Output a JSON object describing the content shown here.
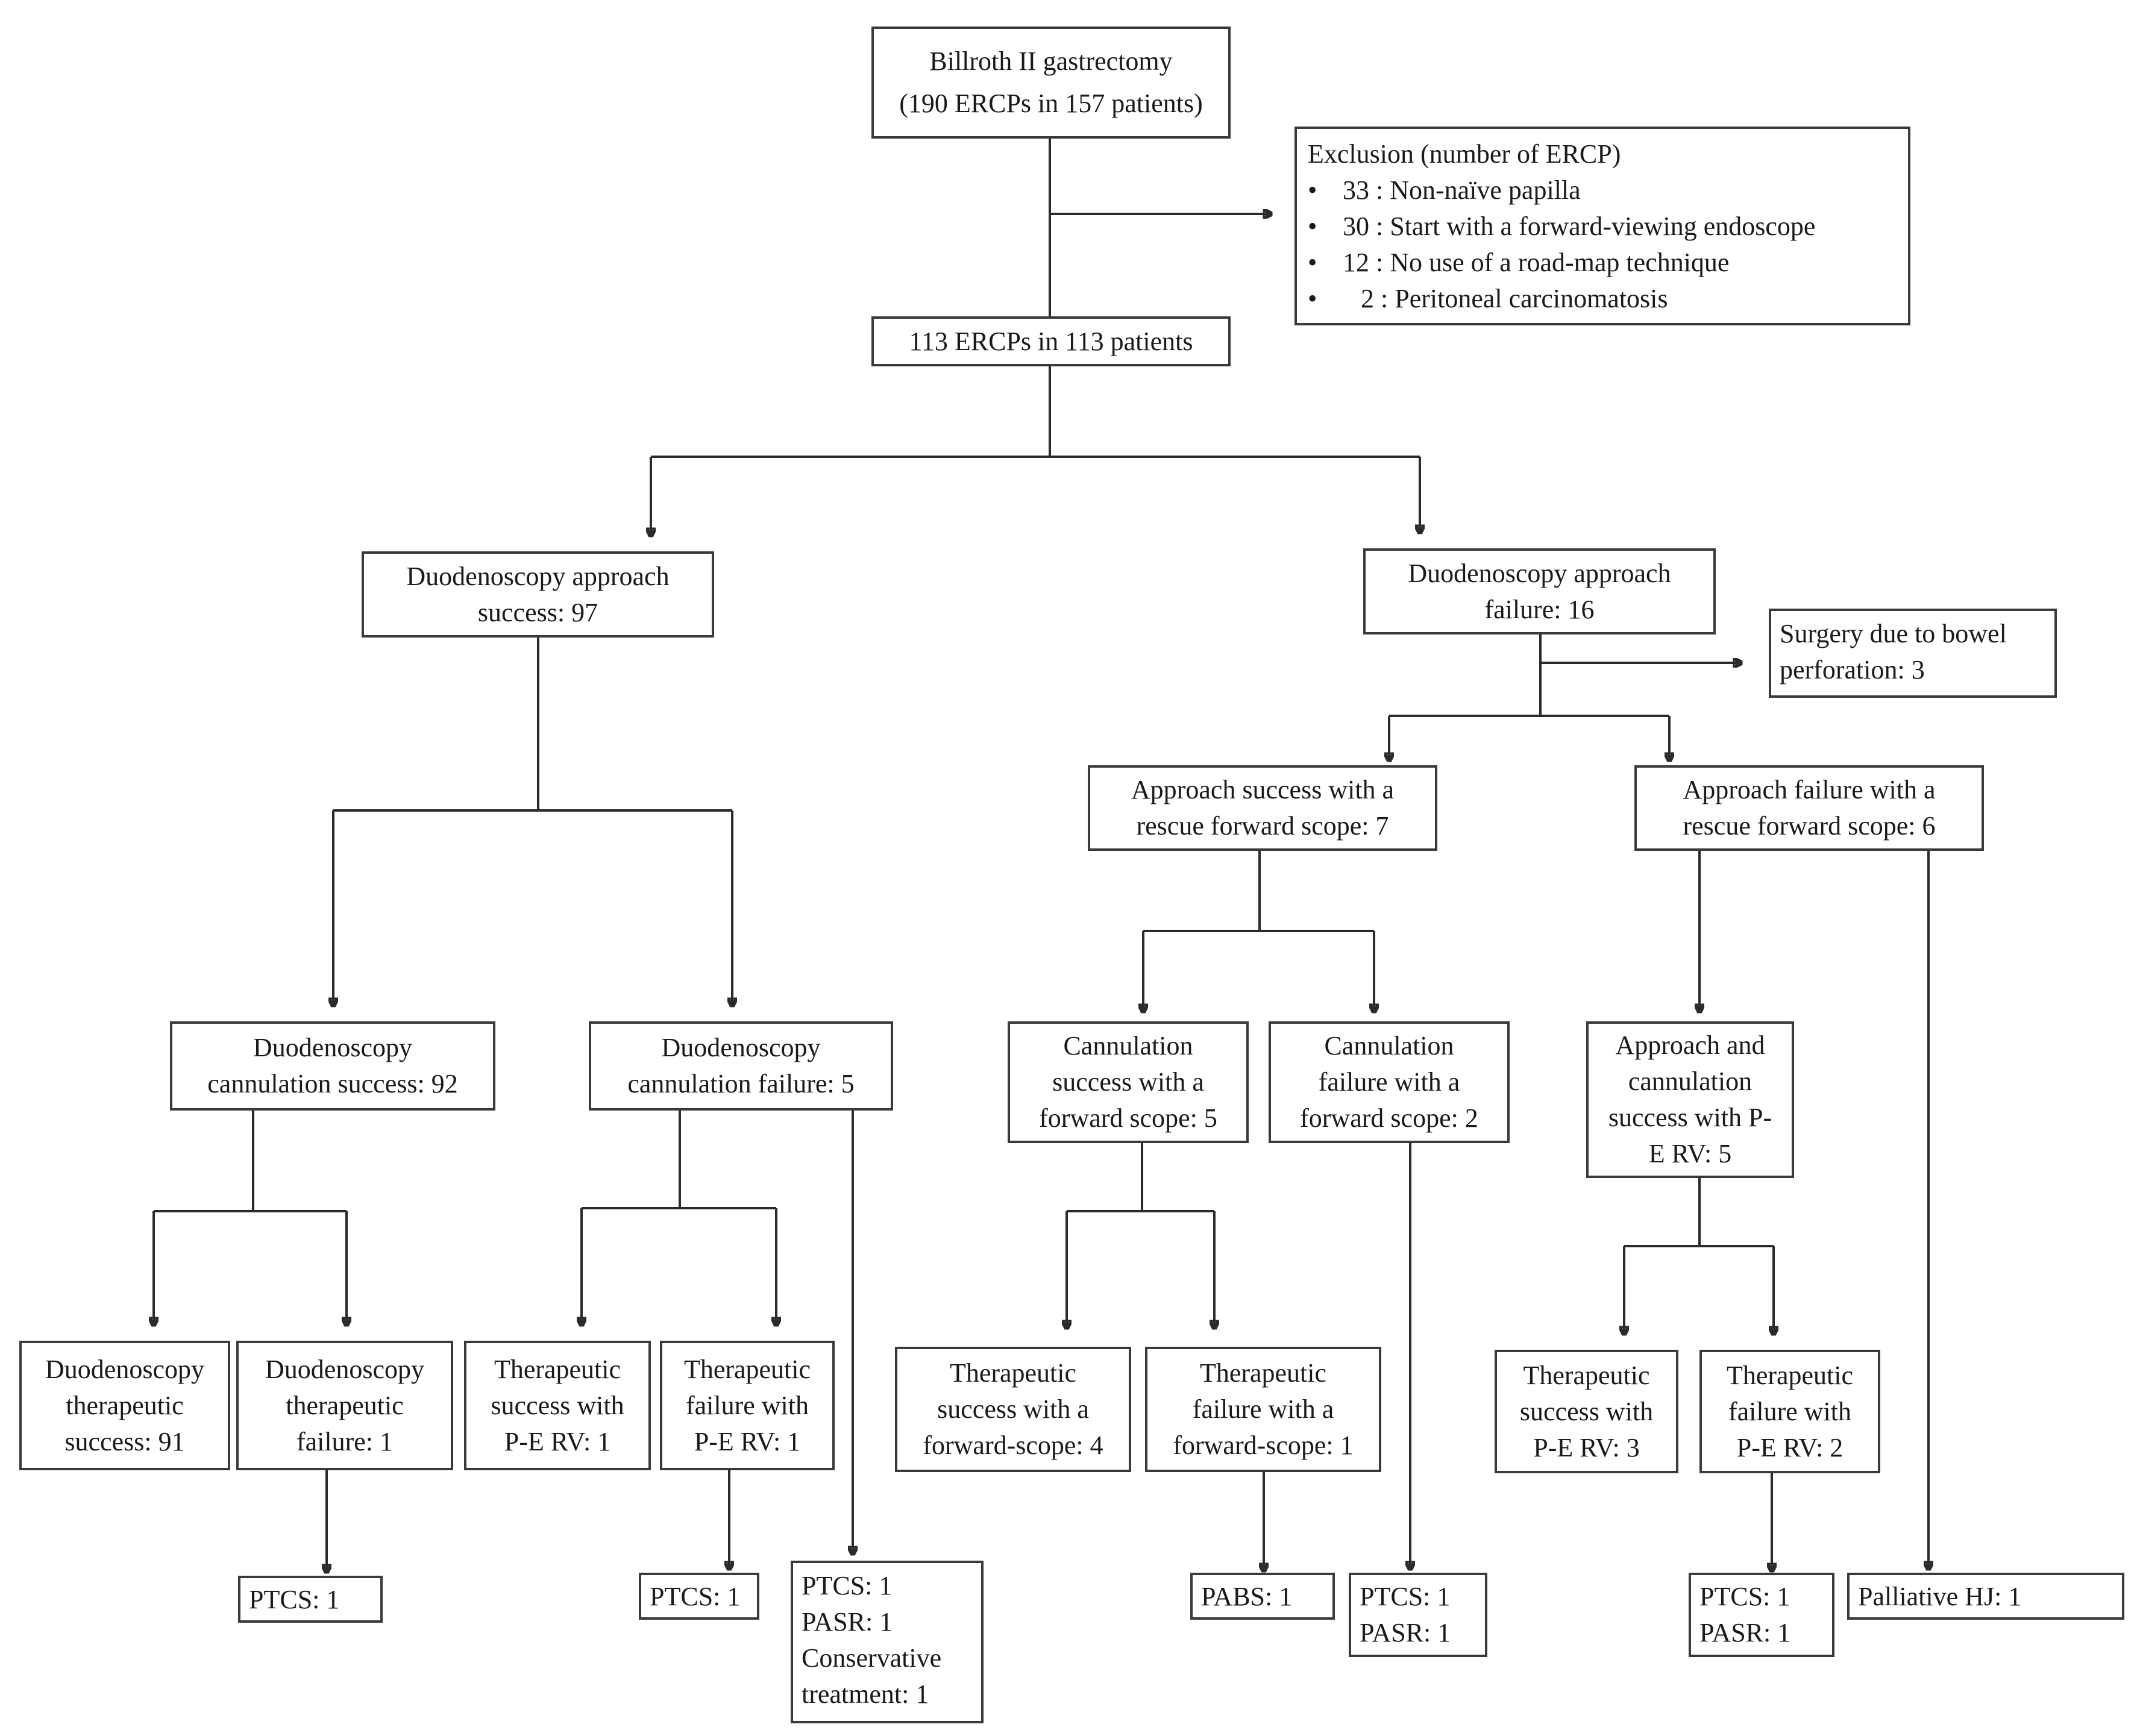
{
  "root": {
    "line1": "Billroth II gastrectomy",
    "line2": "(190 ERCPs in 157 patients)"
  },
  "exclusion": {
    "title": "Exclusion (number of ERCP)",
    "items": [
      "33 : Non-naïve papilla",
      "30 : Start with a forward-viewing endoscope",
      "12 : No use of a road-map technique",
      "2 :   Peritoneal carcinomatosis"
    ]
  },
  "included": {
    "text": "113 ERCPs in 113 patients"
  },
  "left_branch": {
    "approach_success": [
      "Duodenoscopy approach",
      "success:  97"
    ],
    "cannulation_success": [
      "Duodenoscopy",
      "cannulation success:  92"
    ],
    "cannulation_failure": [
      "Duodenoscopy",
      "cannulation failure:  5"
    ],
    "therapeutic_success": [
      "Duodenoscopy",
      "therapeutic",
      "success: 91"
    ],
    "therapeutic_failure": [
      "Duodenoscopy",
      "therapeutic",
      "failure: 1"
    ],
    "pe_rv_success": [
      "Therapeutic",
      "success with",
      "P-E RV: 1"
    ],
    "pe_rv_failure": [
      "Therapeutic",
      "failure with",
      "P-E RV: 1"
    ],
    "outcome_ptcs_a": [
      "PTCS: 1"
    ],
    "outcome_ptcs_b": [
      "PTCS: 1"
    ],
    "outcome_multi": [
      "PTCS: 1",
      "PASR: 1",
      "Conservative",
      "treatment: 1"
    ]
  },
  "right_branch": {
    "approach_failure": [
      "Duodenoscopy approach",
      "failure:  16"
    ],
    "surgery": [
      "Surgery due to bowel",
      "perforation: 3"
    ],
    "forward_success": [
      "Approach success with a",
      "rescue forward scope: 7"
    ],
    "forward_failure": [
      "Approach failure with a",
      "rescue forward scope: 6"
    ],
    "fwd_cannulation_success": [
      "Cannulation",
      "success with a",
      "forward scope: 5"
    ],
    "fwd_cannulation_failure": [
      "Cannulation",
      "failure with a",
      "forward scope: 2"
    ],
    "pe_rv_approach": [
      "Approach and",
      "cannulation",
      "success with P-",
      "E RV: 5"
    ],
    "fwd_therapeutic_success": [
      "Therapeutic",
      "success with a",
      "forward-scope: 4"
    ],
    "fwd_therapeutic_failure": [
      "Therapeutic",
      "failure with a",
      "forward-scope: 1"
    ],
    "pe_rv_therapeutic_success": [
      "Therapeutic",
      "success with",
      "P-E RV: 3"
    ],
    "pe_rv_therapeutic_failure": [
      "Therapeutic",
      "failure with",
      "P-E RV: 2"
    ],
    "outcome_pabs": [
      "PABS: 1"
    ],
    "outcome_ptcs_pasr_a": [
      "PTCS: 1",
      "PASR: 1"
    ],
    "outcome_ptcs_pasr_b": [
      "PTCS: 1",
      "PASR: 1"
    ],
    "outcome_hj": [
      "Palliative HJ: 1"
    ]
  }
}
